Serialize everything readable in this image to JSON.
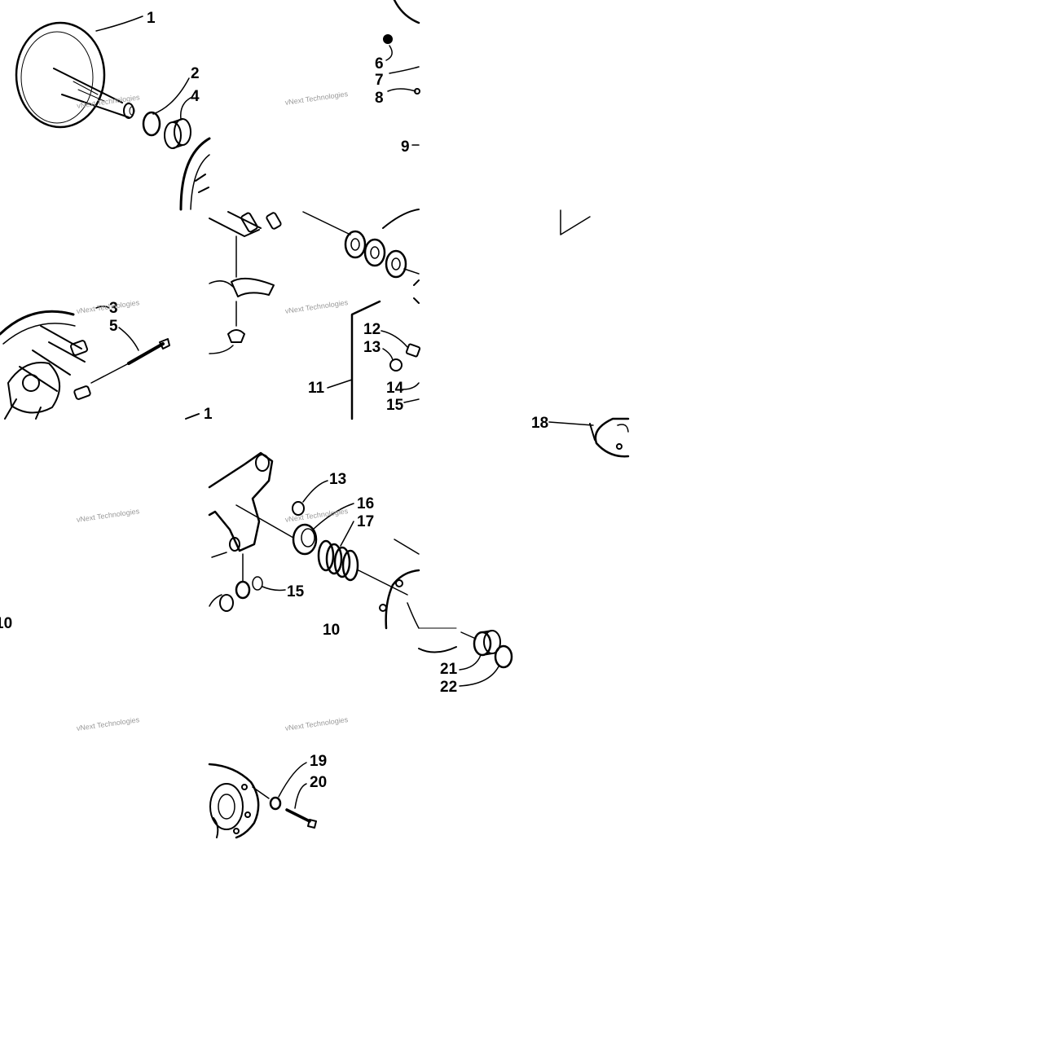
{
  "diagram": {
    "part_labels": [
      "1",
      "2",
      "4",
      "6",
      "7",
      "8",
      "9",
      "3",
      "5",
      "1",
      "11",
      "12",
      "13",
      "14",
      "15",
      "18",
      "13",
      "16",
      "17",
      "15",
      "10",
      "10",
      "21",
      "22",
      "19",
      "20"
    ],
    "watermark": "vNext Technologies"
  }
}
